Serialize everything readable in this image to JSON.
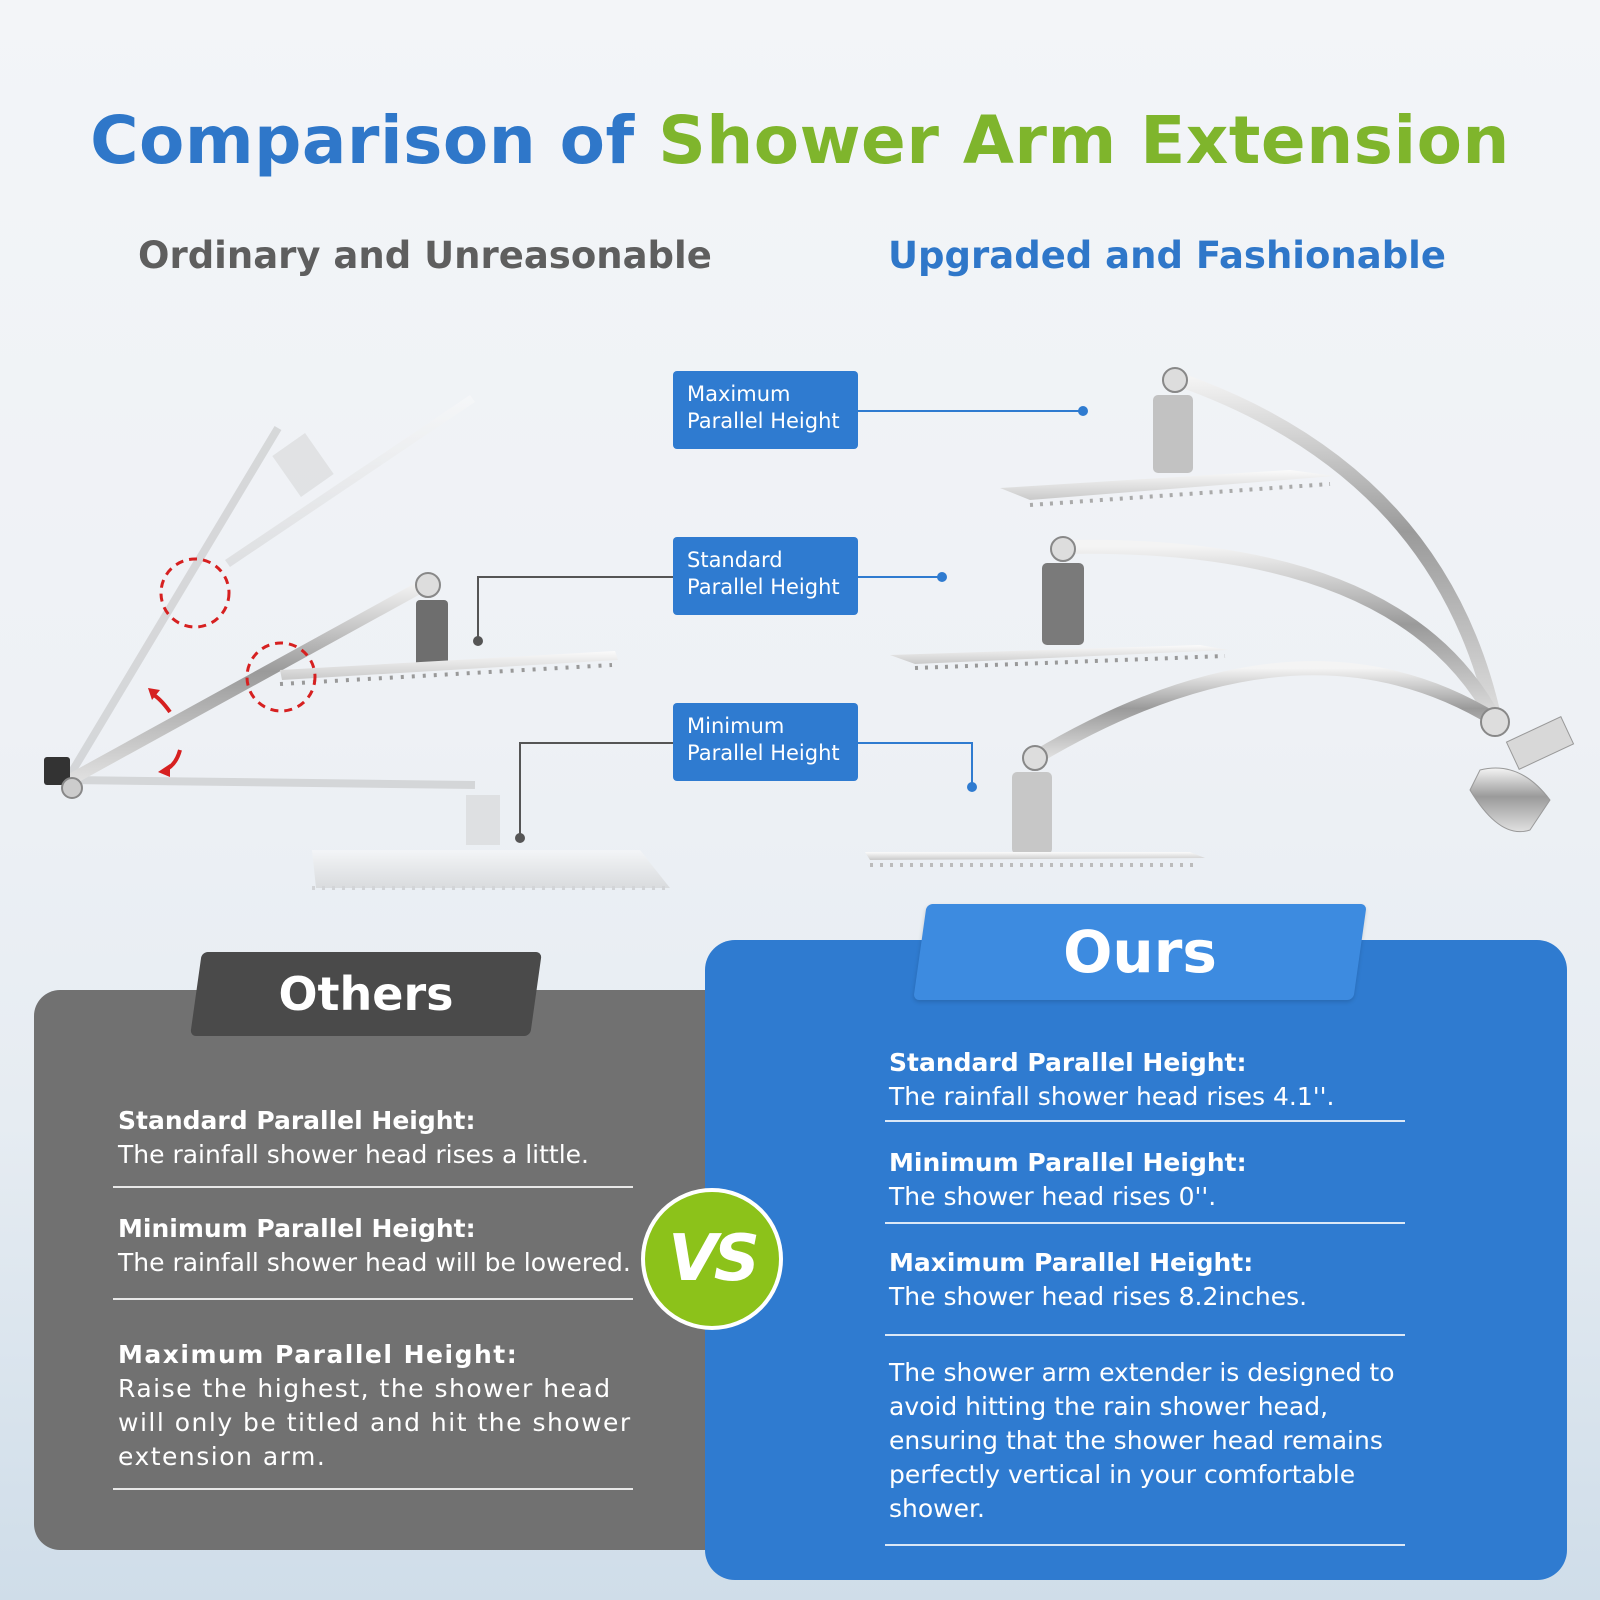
{
  "title": {
    "part1": "Comparison of",
    "part2": "Shower Arm Extension"
  },
  "subheadings": {
    "left": "Ordinary and Unreasonable",
    "right": "Upgraded and Fashionable"
  },
  "labels": {
    "maximum": "Maximum\nParallel Height",
    "standard": "Standard\nParallel Height",
    "minimum": "Minimum\nParallel Height"
  },
  "others": {
    "title": "Others",
    "items": [
      {
        "heading": "Standard Parallel Height:",
        "body": "The rainfall shower head rises a little."
      },
      {
        "heading": "Minimum Parallel Height:",
        "body": "The rainfall shower head will be lowered."
      },
      {
        "heading": "Maximum Parallel Height:",
        "body": "Raise the highest, the shower head will only be titled and hit the shower extension arm."
      }
    ]
  },
  "vs": "VS",
  "ours": {
    "title": "Ours",
    "items": [
      {
        "heading": "Standard Parallel Height:",
        "body": "The rainfall shower head rises 4.1''."
      },
      {
        "heading": "Minimum Parallel Height:",
        "body": "The shower head rises 0''."
      },
      {
        "heading": "Maximum Parallel Height:",
        "body": "The shower head rises 8.2inches."
      }
    ],
    "note": "The shower arm extender is designed to avoid hitting the rain shower head, ensuring that the shower head remains perfectly vertical in your comfortable shower."
  },
  "colors": {
    "blue": "#2f7bd0",
    "green": "#7fb52c",
    "gray_panel": "#717171",
    "vs_green": "#8cc21a"
  }
}
